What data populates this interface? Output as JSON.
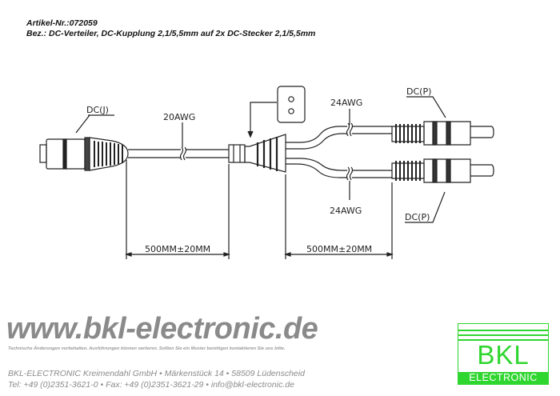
{
  "header": {
    "article": "Artikel-Nr.:072059",
    "description": "Bez.: DC-Verteiler, DC-Kupplung 2,1/5,5mm auf 2x DC-Stecker 2,1/5,5mm"
  },
  "drawing": {
    "jack_label": "DC(J)",
    "main_cable_label": "20AWG",
    "branch_cable_top_label": "24AWG",
    "branch_cable_bottom_label": "24AWG",
    "plug_top_label": "DC(P)",
    "plug_bottom_label": "DC(P)",
    "dimension_left": "500MM±20MM",
    "dimension_right": "500MM±20MM"
  },
  "footer": {
    "website": "www.bkl-electronic.de",
    "disclaimer": "Technische Änderungen vorbehalten. Ausführungen können variieren. Sollten Sie ein Muster benötigen kontaktieren Sie uns bitte.",
    "address": "BKL-ELECTRONIC Kreimendahl GmbH • Märkenstück 14 • 58509 Lüdenscheid",
    "contact": "Tel: +49 (0)2351-3621-0 • Fax: +49 (0)2351-3621-29 • info@bkl-electronic.de"
  },
  "logo": {
    "main": "BKL",
    "sub": "ELECTRONIC",
    "color": "#2fd62f"
  }
}
